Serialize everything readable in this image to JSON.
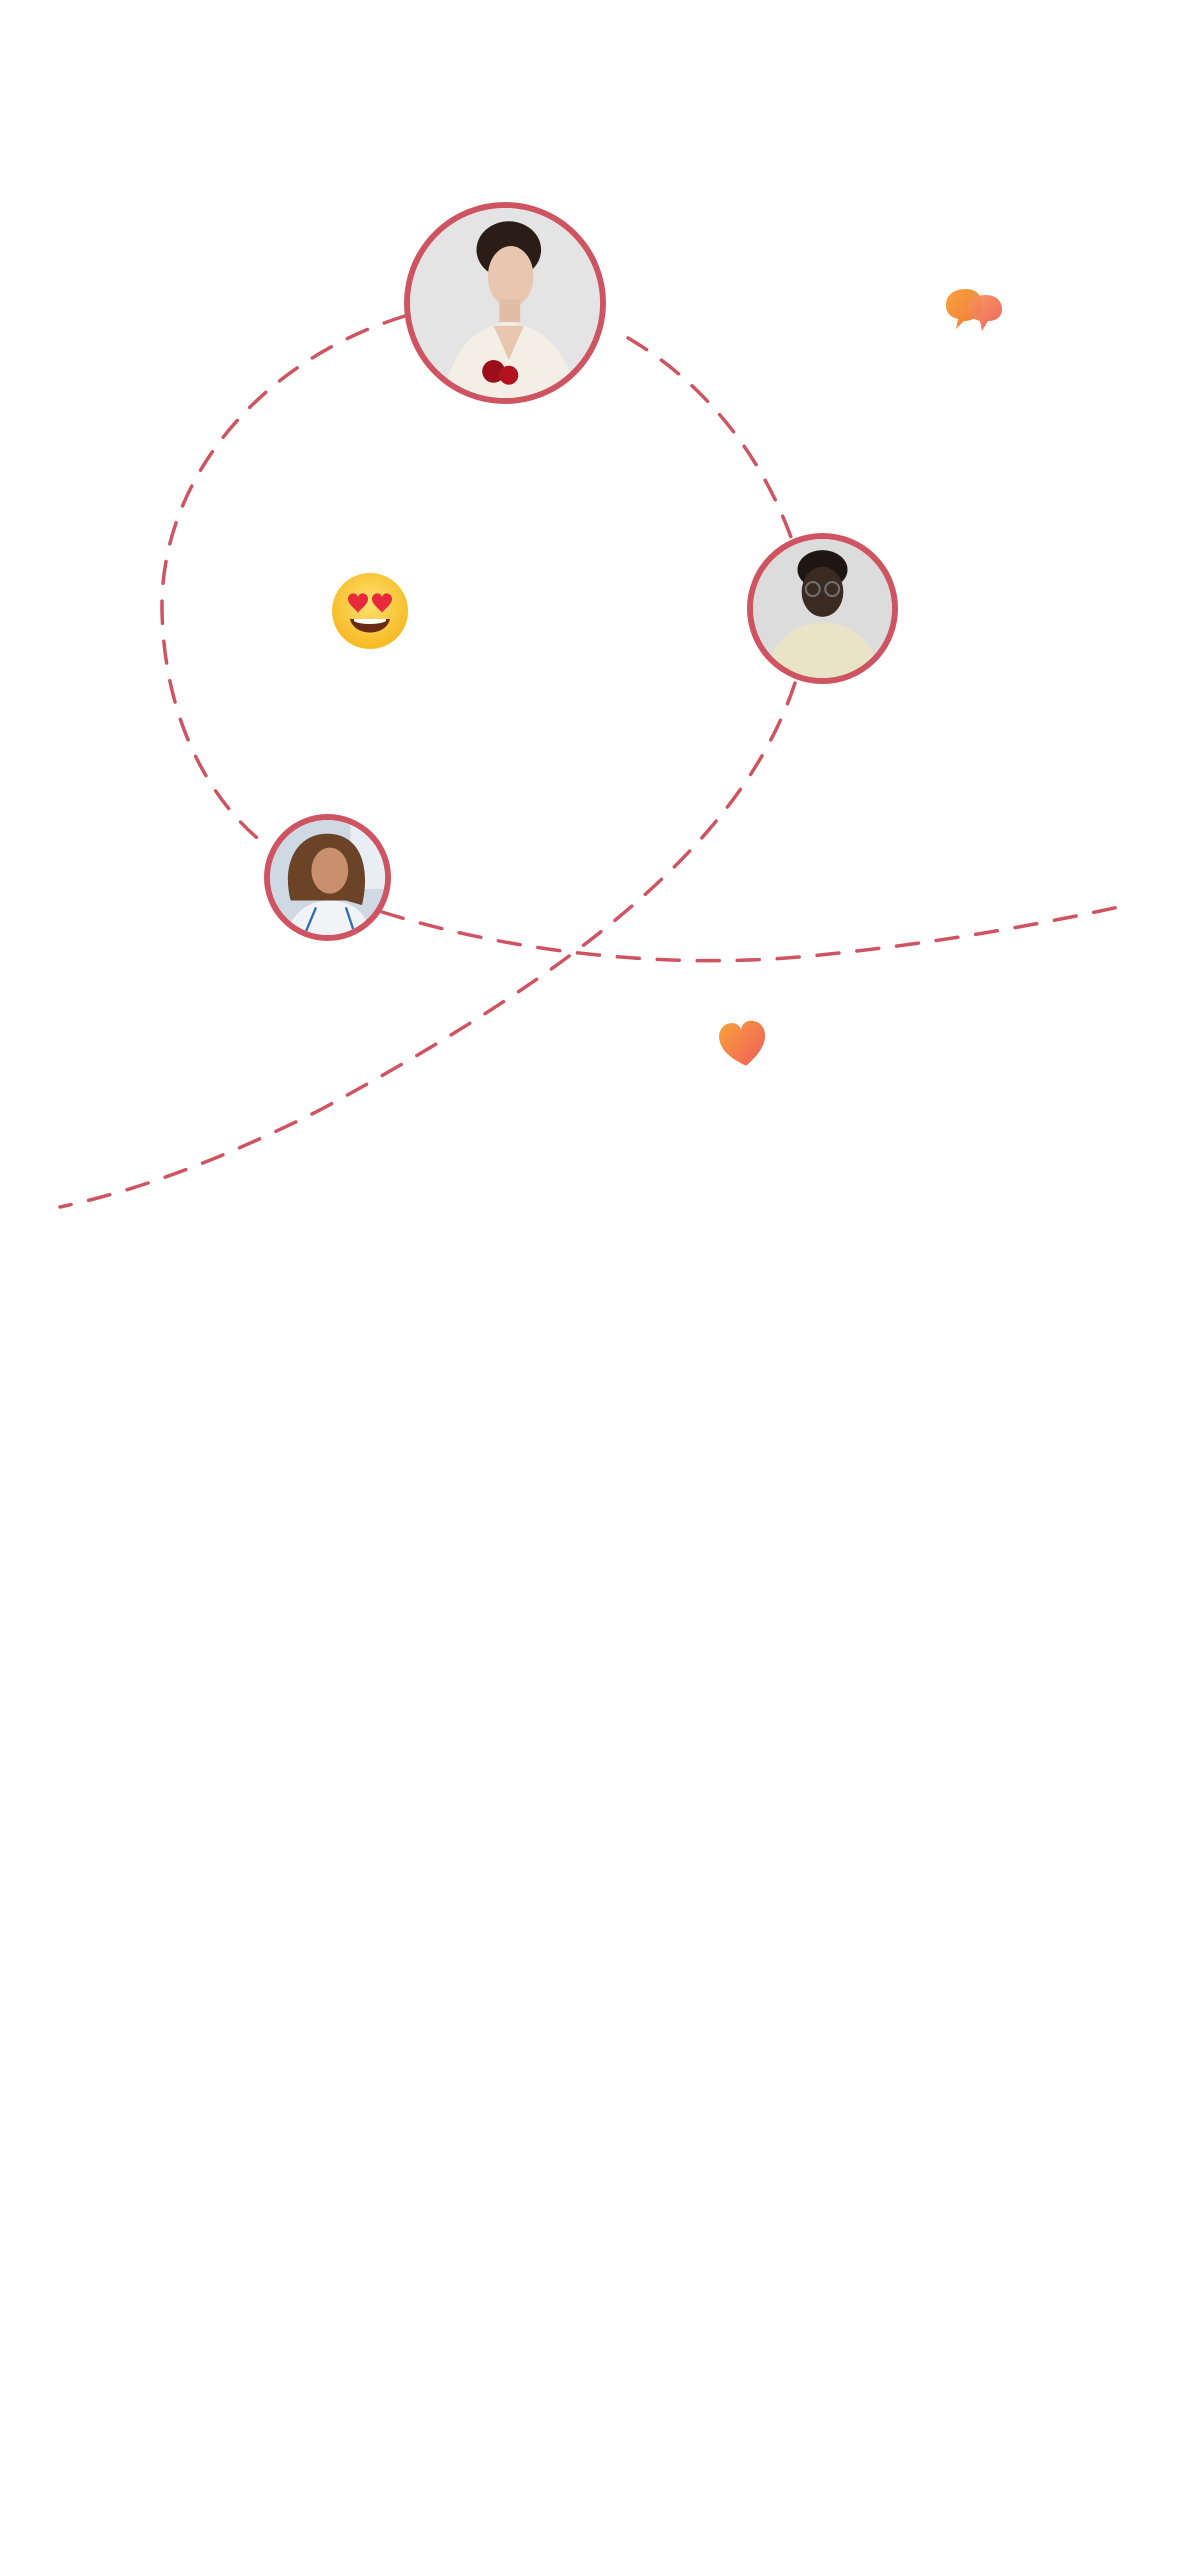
{
  "screen": {
    "name": "onboarding-illustration",
    "background": "#ffffff",
    "accent_color": "#cf5462",
    "gradient_from": "#f7a23c",
    "gradient_to": "#f05a5a"
  },
  "avatars": [
    {
      "name": "avatar-woman-white-blazer",
      "bg": "#e4e4e4",
      "hair": "#2a1d17",
      "skin": "#e8c6b0",
      "outfit": "#f3efe6",
      "accent": "#9b0f1b"
    },
    {
      "name": "avatar-man-glasses",
      "bg": "#dcdcdc",
      "hair": "#1d1714",
      "skin": "#3b2a22",
      "outfit": "#e9e3c8",
      "accent": "#6f6f6f"
    },
    {
      "name": "avatar-woman-wavy-hair",
      "bg": "#cfd9e4",
      "hair": "#6b4327",
      "skin": "#c9906d",
      "outfit": "#f1f3f7",
      "accent": "#2c6fb0"
    }
  ],
  "decorations": [
    {
      "name": "chat-bubbles-icon"
    },
    {
      "name": "heart-eyes-emoji-icon"
    },
    {
      "name": "heart-icon"
    }
  ]
}
